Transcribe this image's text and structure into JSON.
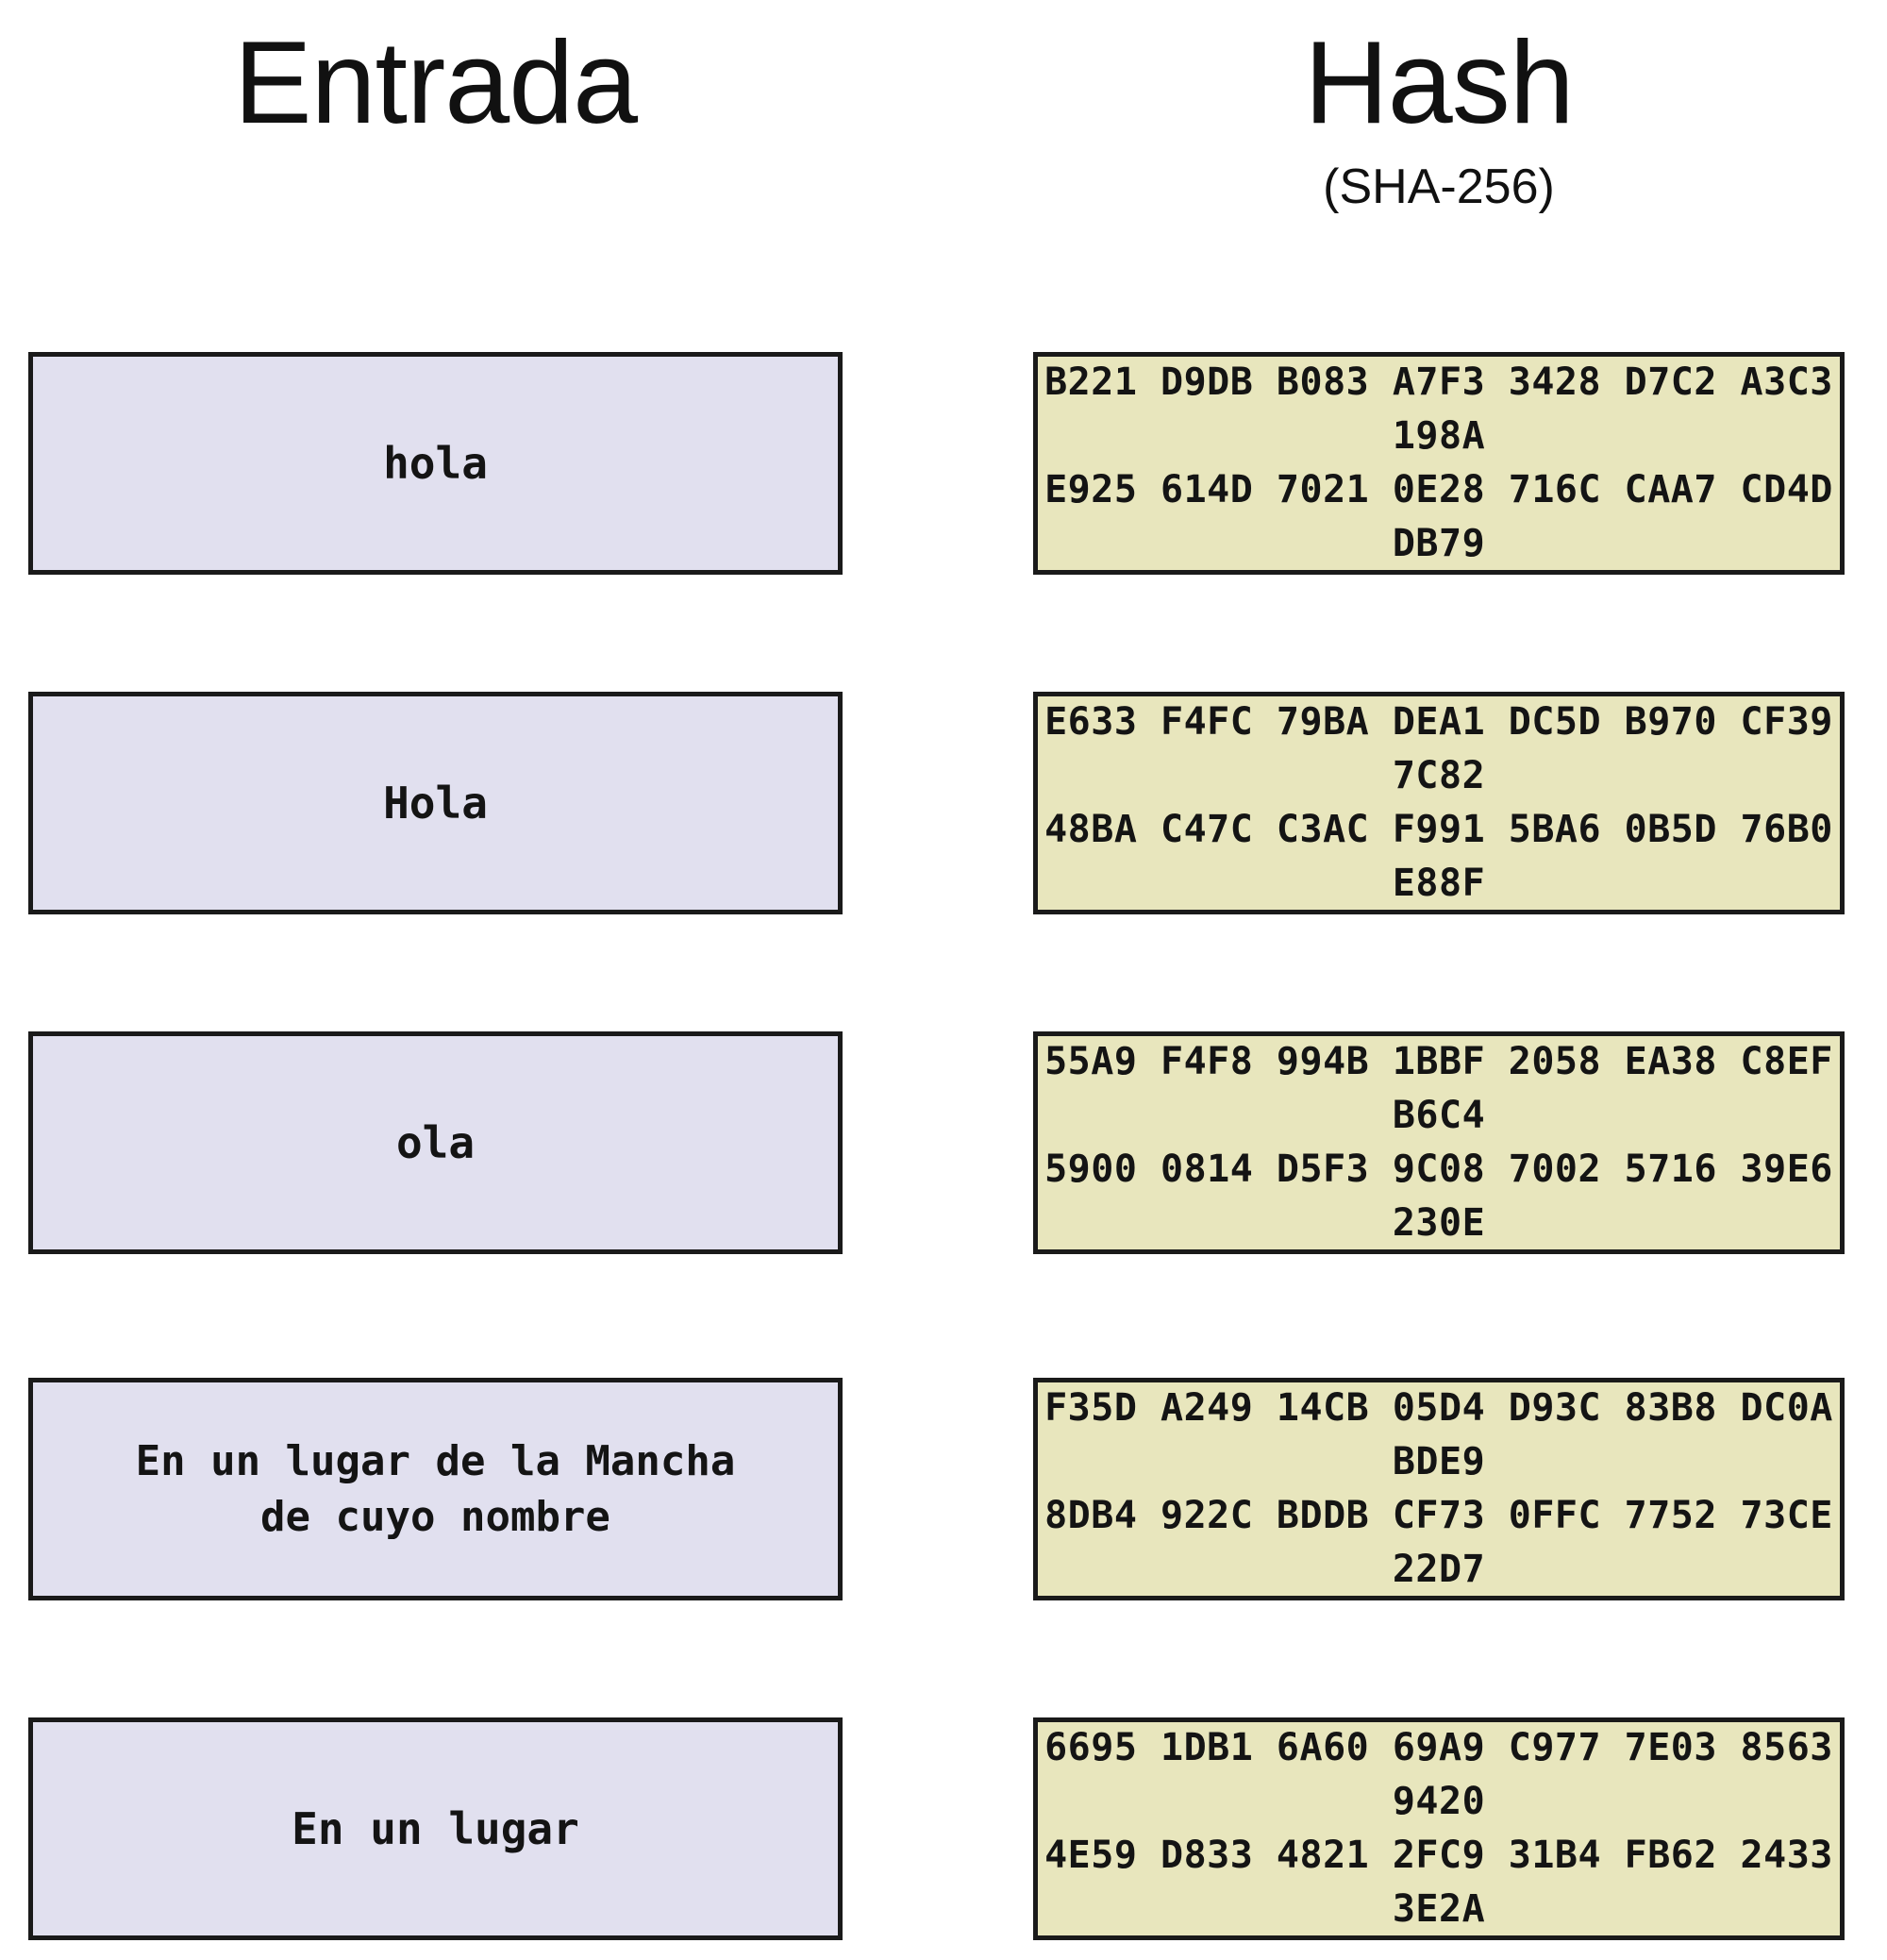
{
  "headers": {
    "input_column": "Entrada",
    "hash_column": "Hash",
    "hash_subtitle": "(SHA-256)"
  },
  "colors": {
    "input_box_fill": "#E1E0EF",
    "hash_box_fill": "#E8E6BD",
    "border": "#1A1A1A",
    "text": "#141414",
    "background": "#FFFFFF"
  },
  "rows": [
    {
      "input": "hola",
      "hash_line1": "B221 D9DB B083 A7F3 3428 D7C2 A3C3 198A",
      "hash_line2": "E925 614D 7021 0E28 716C CAA7 CD4D DB79"
    },
    {
      "input": "Hola",
      "hash_line1": "E633 F4FC 79BA DEA1 DC5D B970 CF39 7C82",
      "hash_line2": "48BA C47C C3AC F991 5BA6 0B5D 76B0 E88F"
    },
    {
      "input": "ola",
      "hash_line1": "55A9 F4F8 994B 1BBF 2058 EA38 C8EF B6C4",
      "hash_line2": "5900 0814 D5F3 9C08 7002 5716 39E6 230E"
    },
    {
      "input": "En un lugar de la Mancha\nde cuyo nombre",
      "hash_line1": "F35D A249 14CB 05D4 D93C 83B8 DC0A BDE9",
      "hash_line2": "8DB4 922C BDDB CF73 0FFC 7752 73CE 22D7"
    },
    {
      "input": "En un lugar",
      "hash_line1": "6695 1DB1 6A60 69A9 C977 7E03 8563 9420",
      "hash_line2": "4E59 D833 4821 2FC9 31B4 FB62 2433 3E2A"
    }
  ]
}
